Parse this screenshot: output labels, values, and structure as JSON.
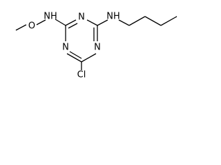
{
  "molecule": {
    "atoms": {
      "nh_left": "NH",
      "o_methoxy": "O",
      "n_ring_top": "N",
      "nh_right": "NH",
      "n_ring_left": "N",
      "n_ring_right": "N",
      "cl": "Cl"
    }
  }
}
